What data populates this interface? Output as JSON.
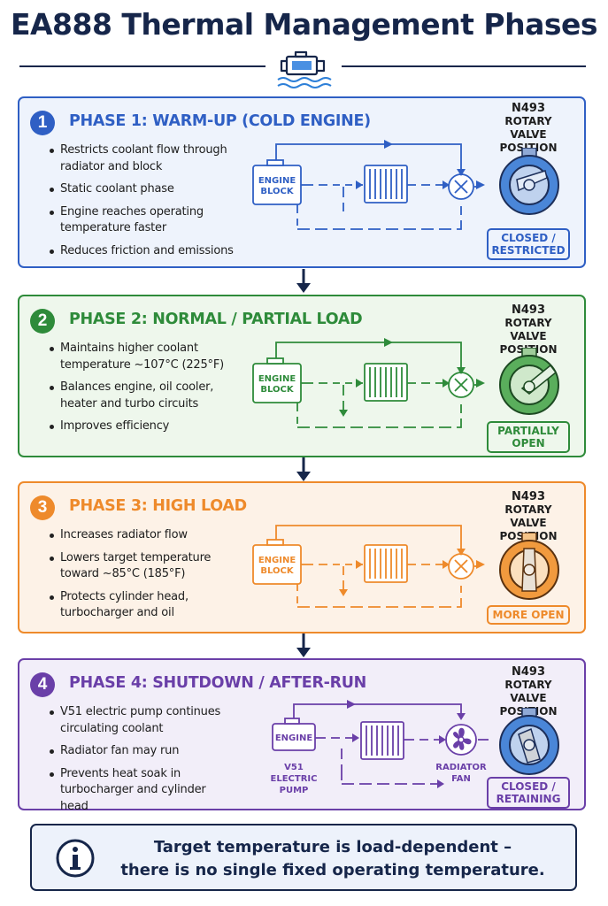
{
  "title": "EA888 Thermal Management Phases",
  "colors": {
    "navy": "#16264a",
    "phase1": "#2f5fc4",
    "phase2": "#2e8b3a",
    "phase3": "#ee8a2b",
    "phase4": "#6a3fa8"
  },
  "phases": [
    {
      "num": "1",
      "title": "PHASE 1: WARM-UP (COLD ENGINE)",
      "bullets": [
        "Restricts coolant flow through radiator and block",
        "Static coolant phase",
        "Engine reaches operating temperature faster",
        "Reduces friction and emissions"
      ],
      "engine_label_1": "ENGINE",
      "engine_label_2": "BLOCK",
      "valve_line1": "N493",
      "valve_line2": "ROTARY VALVE",
      "valve_line3": "POSITION",
      "status_1": "CLOSED /",
      "status_2": "RESTRICTED"
    },
    {
      "num": "2",
      "title": "PHASE 2: NORMAL / PARTIAL LOAD",
      "bullets": [
        "Maintains higher coolant temperature ~107°C (225°F)",
        "Balances engine, oil cooler, heater and turbo circuits",
        "Improves efficiency"
      ],
      "engine_label_1": "ENGINE",
      "engine_label_2": "BLOCK",
      "valve_line1": "N493",
      "valve_line2": "ROTARY VALVE",
      "valve_line3": "POSITION",
      "status_1": "PARTIALLY",
      "status_2": "OPEN"
    },
    {
      "num": "3",
      "title": "PHASE 3: HIGH LOAD",
      "bullets": [
        "Increases radiator flow",
        "Lowers target temperature toward ~85°C (185°F)",
        "Protects cylinder head, turbocharger and oil"
      ],
      "engine_label_1": "ENGINE",
      "engine_label_2": "BLOCK",
      "valve_line1": "N493",
      "valve_line2": "ROTARY VALVE",
      "valve_line3": "POSITION",
      "status_1": "MORE OPEN",
      "status_2": ""
    },
    {
      "num": "4",
      "title": "PHASE 4: SHUTDOWN / AFTER-RUN",
      "bullets": [
        "V51 electric pump continues circulating coolant",
        "Radiator fan may run",
        "Prevents heat soak in turbocharger and cylinder head"
      ],
      "engine_label_1": "ENGINE",
      "engine_label_2": "",
      "pump_label_1": "V51",
      "pump_label_2": "ELECTRIC",
      "pump_label_3": "PUMP",
      "fan_label_1": "RADIATOR",
      "fan_label_2": "FAN",
      "valve_line1": "N493",
      "valve_line2": "ROTARY VALVE",
      "valve_line3": "POSITION",
      "status_1": "CLOSED /",
      "status_2": "RETAINING"
    }
  ],
  "note": {
    "line1": "Target temperature is load-dependent –",
    "line2": "there is no single fixed operating temperature.",
    "icon": "info-icon"
  }
}
